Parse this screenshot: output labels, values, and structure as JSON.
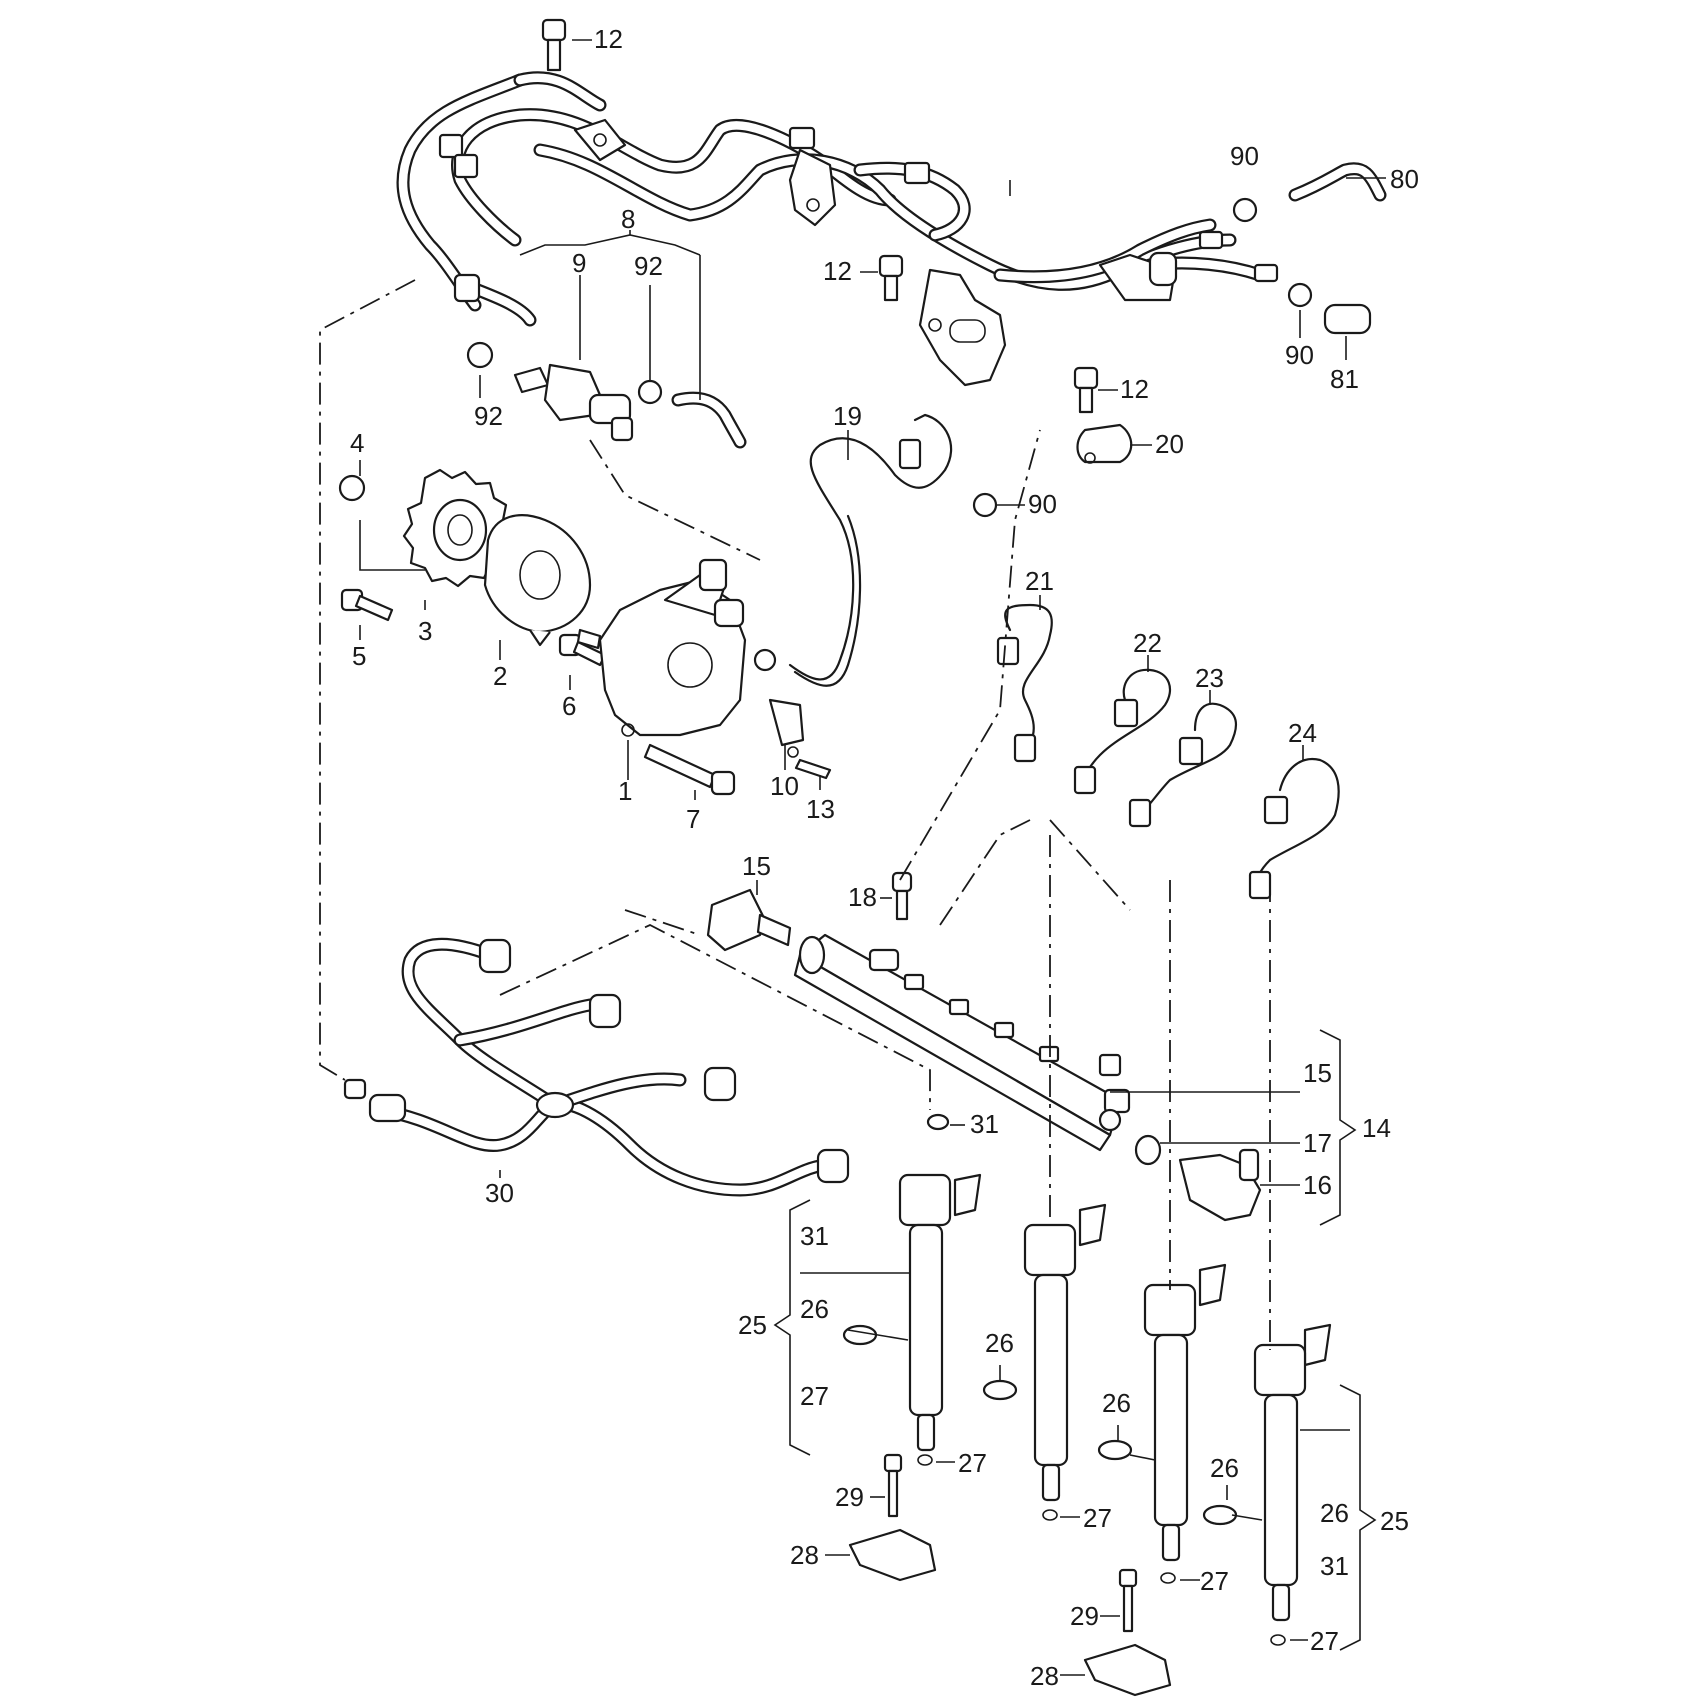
{
  "diagram": {
    "part_labels": [
      {
        "id": "l12a",
        "text": "12"
      },
      {
        "id": "l8",
        "text": "8"
      },
      {
        "id": "l9",
        "text": "9"
      },
      {
        "id": "l92a",
        "text": "92"
      },
      {
        "id": "l92b",
        "text": "92"
      },
      {
        "id": "l90a",
        "text": "90"
      },
      {
        "id": "l80",
        "text": "80"
      },
      {
        "id": "l12b",
        "text": "12"
      },
      {
        "id": "l90b",
        "text": "90"
      },
      {
        "id": "l81",
        "text": "81"
      },
      {
        "id": "l12c",
        "text": "12"
      },
      {
        "id": "l20",
        "text": "20"
      },
      {
        "id": "l19",
        "text": "19"
      },
      {
        "id": "l90c",
        "text": "90"
      },
      {
        "id": "l4",
        "text": "4"
      },
      {
        "id": "l3",
        "text": "3"
      },
      {
        "id": "l5",
        "text": "5"
      },
      {
        "id": "l2",
        "text": "2"
      },
      {
        "id": "l6",
        "text": "6"
      },
      {
        "id": "l1",
        "text": "1"
      },
      {
        "id": "l7",
        "text": "7"
      },
      {
        "id": "l10",
        "text": "10"
      },
      {
        "id": "l13",
        "text": "13"
      },
      {
        "id": "l21",
        "text": "21"
      },
      {
        "id": "l22",
        "text": "22"
      },
      {
        "id": "l23",
        "text": "23"
      },
      {
        "id": "l24",
        "text": "24"
      },
      {
        "id": "l15a",
        "text": "15"
      },
      {
        "id": "l18",
        "text": "18"
      },
      {
        "id": "l15b",
        "text": "15"
      },
      {
        "id": "l14",
        "text": "14"
      },
      {
        "id": "l17",
        "text": "17"
      },
      {
        "id": "l16",
        "text": "16"
      },
      {
        "id": "l31a",
        "text": "31"
      },
      {
        "id": "l30",
        "text": "30"
      },
      {
        "id": "l31b",
        "text": "31"
      },
      {
        "id": "l25a",
        "text": "25"
      },
      {
        "id": "l26a",
        "text": "26"
      },
      {
        "id": "l27a",
        "text": "27"
      },
      {
        "id": "l27b",
        "text": "27"
      },
      {
        "id": "l26b",
        "text": "26"
      },
      {
        "id": "l27c",
        "text": "27"
      },
      {
        "id": "l26c",
        "text": "26"
      },
      {
        "id": "l26d",
        "text": "26"
      },
      {
        "id": "l29a",
        "text": "29"
      },
      {
        "id": "l28a",
        "text": "28"
      },
      {
        "id": "l27d",
        "text": "27"
      },
      {
        "id": "l26e",
        "text": "26"
      },
      {
        "id": "l25b",
        "text": "25"
      },
      {
        "id": "l31c",
        "text": "31"
      },
      {
        "id": "l29b",
        "text": "29"
      },
      {
        "id": "l28b",
        "text": "28"
      },
      {
        "id": "l27e",
        "text": "27"
      }
    ]
  }
}
